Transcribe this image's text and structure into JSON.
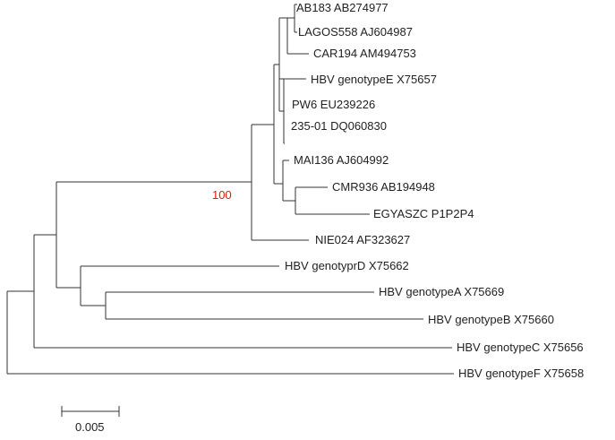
{
  "colors": {
    "branch": "#333333",
    "label": "#222222",
    "bootstrap": "#e8141c"
  },
  "tree": {
    "leaves": [
      "AB183 AB274977",
      "LAGOS558 AJ604987",
      "CAR194 AM494753",
      "HBV genotypeE X75657",
      "PW6 EU239226",
      "235-01 DQ060830",
      "MAI136 AJ604992",
      "CMR936 AB194948",
      "EGYASZC P1P2P4",
      "NIE024 AF323627",
      "HBV genotyprD X75662",
      "HBV genotypeA X75669",
      "HBV genotypeB X75660",
      "HBV genotypeC X75656",
      "HBV genotypeF X75658"
    ],
    "bootstrap": [
      "100"
    ],
    "scale_bar": {
      "label": "0.005"
    }
  }
}
